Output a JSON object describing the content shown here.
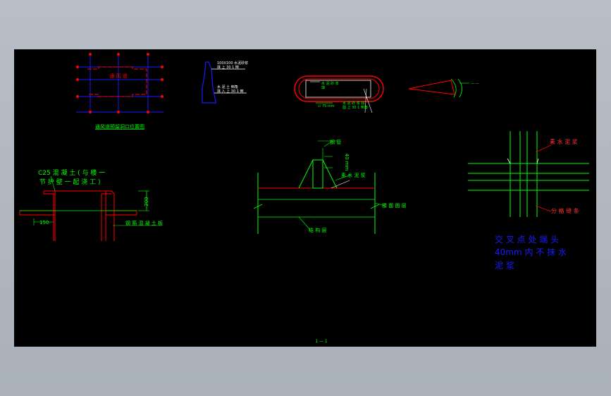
{
  "colors": {
    "background": "#000000",
    "frame": "#b4bac2",
    "green": "#00ff00",
    "red": "#ff0000",
    "white": "#ffffff",
    "blue": "#1a1aff",
    "cyan": "#00ffff",
    "label": "#ff3030"
  },
  "detail_top_left": {
    "room_label": "通 风 道",
    "caption": "通风道预留洞口位置图"
  },
  "detail_edge": {
    "note_top_1": "100X100 水泥砂浆",
    "note_top_2": "抹 上 30 1 倒",
    "note_bottom_1": "水 泥 土 倒角",
    "note_bottom_2": "抹 入 上 30 1 倒"
  },
  "detail_oval": {
    "note_inner": "水 泥 砂 浆",
    "note_inner_2": "填",
    "dimension": "∅ 75 mm",
    "note_outer_1": "水 泥 砂 浆 找",
    "note_outer_2": "圆 上 30 1 倒角"
  },
  "detail_curb": {
    "note_line_1": "C25 混 凝 土 ( 与 楼 一",
    "note_line_2": "节 护 壁 一 起 浇 工 )",
    "dim_height": "200",
    "dim_width": "150",
    "slab_label": "钢 筋 混 凝 土 板"
  },
  "detail_pipe": {
    "pipe_label": "钢 管",
    "dim_label": "40 mm",
    "mortar_label": "素 水 泥 浆",
    "finish_label": "楼 面 面 层",
    "structure_label": "结 构 层"
  },
  "detail_cross": {
    "top_label": "素 水 泥 浆",
    "bottom_label": "分 格 缝 条",
    "note_line_1": "交 叉 点 处 端 头",
    "note_line_2": "40mm 内 不 抹 水",
    "note_line_3": "泥 浆"
  },
  "page_footer": "1 — 1"
}
